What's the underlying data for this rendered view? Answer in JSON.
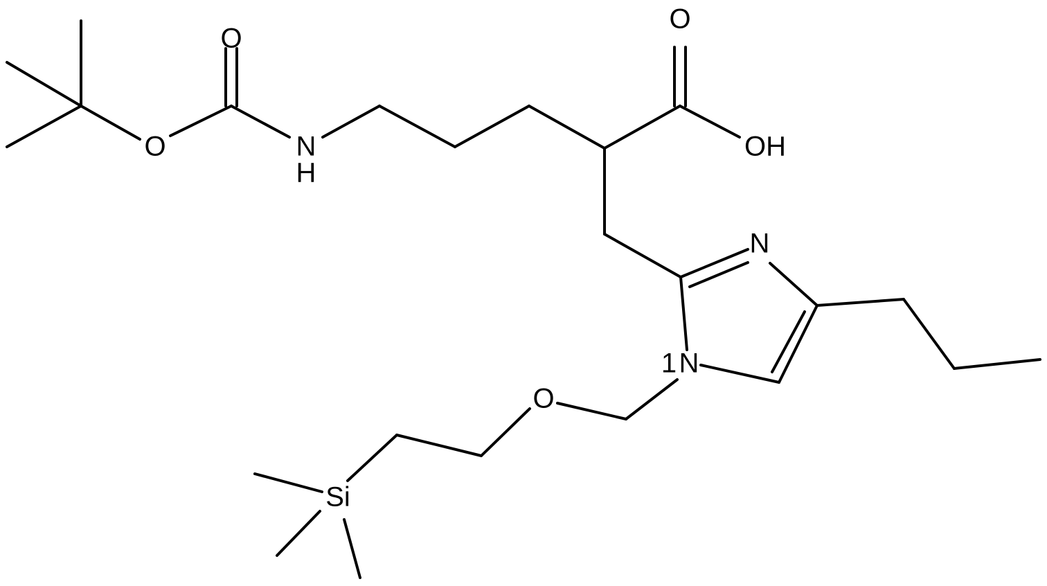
{
  "diagram": {
    "atoms": {
      "carbonyl_o_boc": "O",
      "ester_o": "O",
      "nh_n": "N",
      "nh_h": "H",
      "acid_carbonyl_o": "O",
      "acid_oh": "OH",
      "imidazole_n3": "N",
      "imidazole_n1": "N",
      "imidazole_n1_locant": "1",
      "sem_ether_o": "O",
      "silicon": "Si"
    }
  }
}
